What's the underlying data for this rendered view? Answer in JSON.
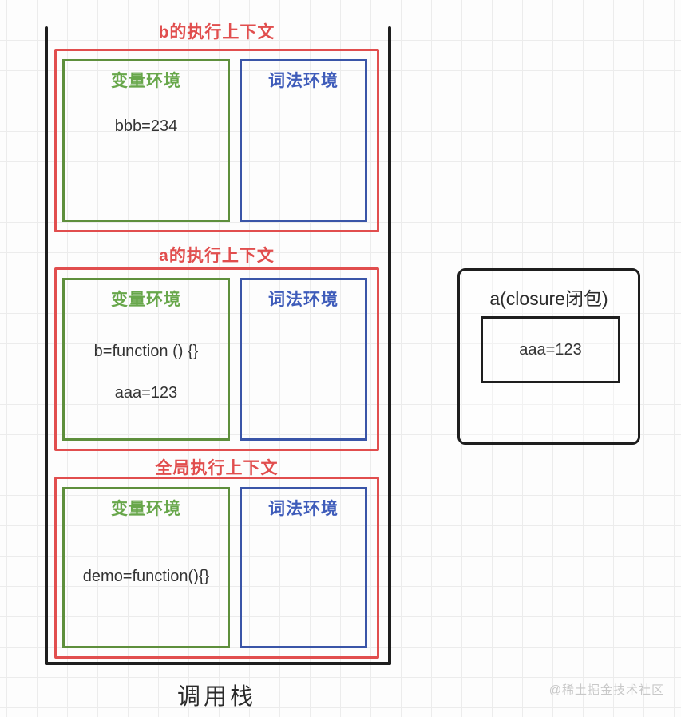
{
  "call_stack": {
    "label": "调用栈",
    "contexts": [
      {
        "id": "b",
        "title": "b的执行上下文",
        "variable_env": {
          "title": "变量环境",
          "entries": [
            "bbb=234"
          ]
        },
        "lexical_env": {
          "title": "词法环境",
          "entries": []
        }
      },
      {
        "id": "a",
        "title": "a的执行上下文",
        "variable_env": {
          "title": "变量环境",
          "entries": [
            "b=function () {}",
            "aaa=123"
          ]
        },
        "lexical_env": {
          "title": "词法环境",
          "entries": []
        }
      },
      {
        "id": "global",
        "title": "全局执行上下文",
        "variable_env": {
          "title": "变量环境",
          "entries": [
            "demo=function(){}"
          ]
        },
        "lexical_env": {
          "title": "词法环境",
          "entries": []
        }
      }
    ]
  },
  "closure": {
    "title": "a(closure闭包)",
    "entry": "aaa=123"
  },
  "watermark": "@稀土掘金技术社区",
  "colors": {
    "context_accent": "#e14e4e",
    "variable_border": "#5e8f3c",
    "variable_text": "#68a74b",
    "lexical_border": "#3a55a8",
    "lexical_text": "#3f5cba",
    "stack": "#1e1e1e",
    "text": "#333333",
    "text_dark": "#2b2b2b",
    "watermark": "#c8c8c8"
  }
}
